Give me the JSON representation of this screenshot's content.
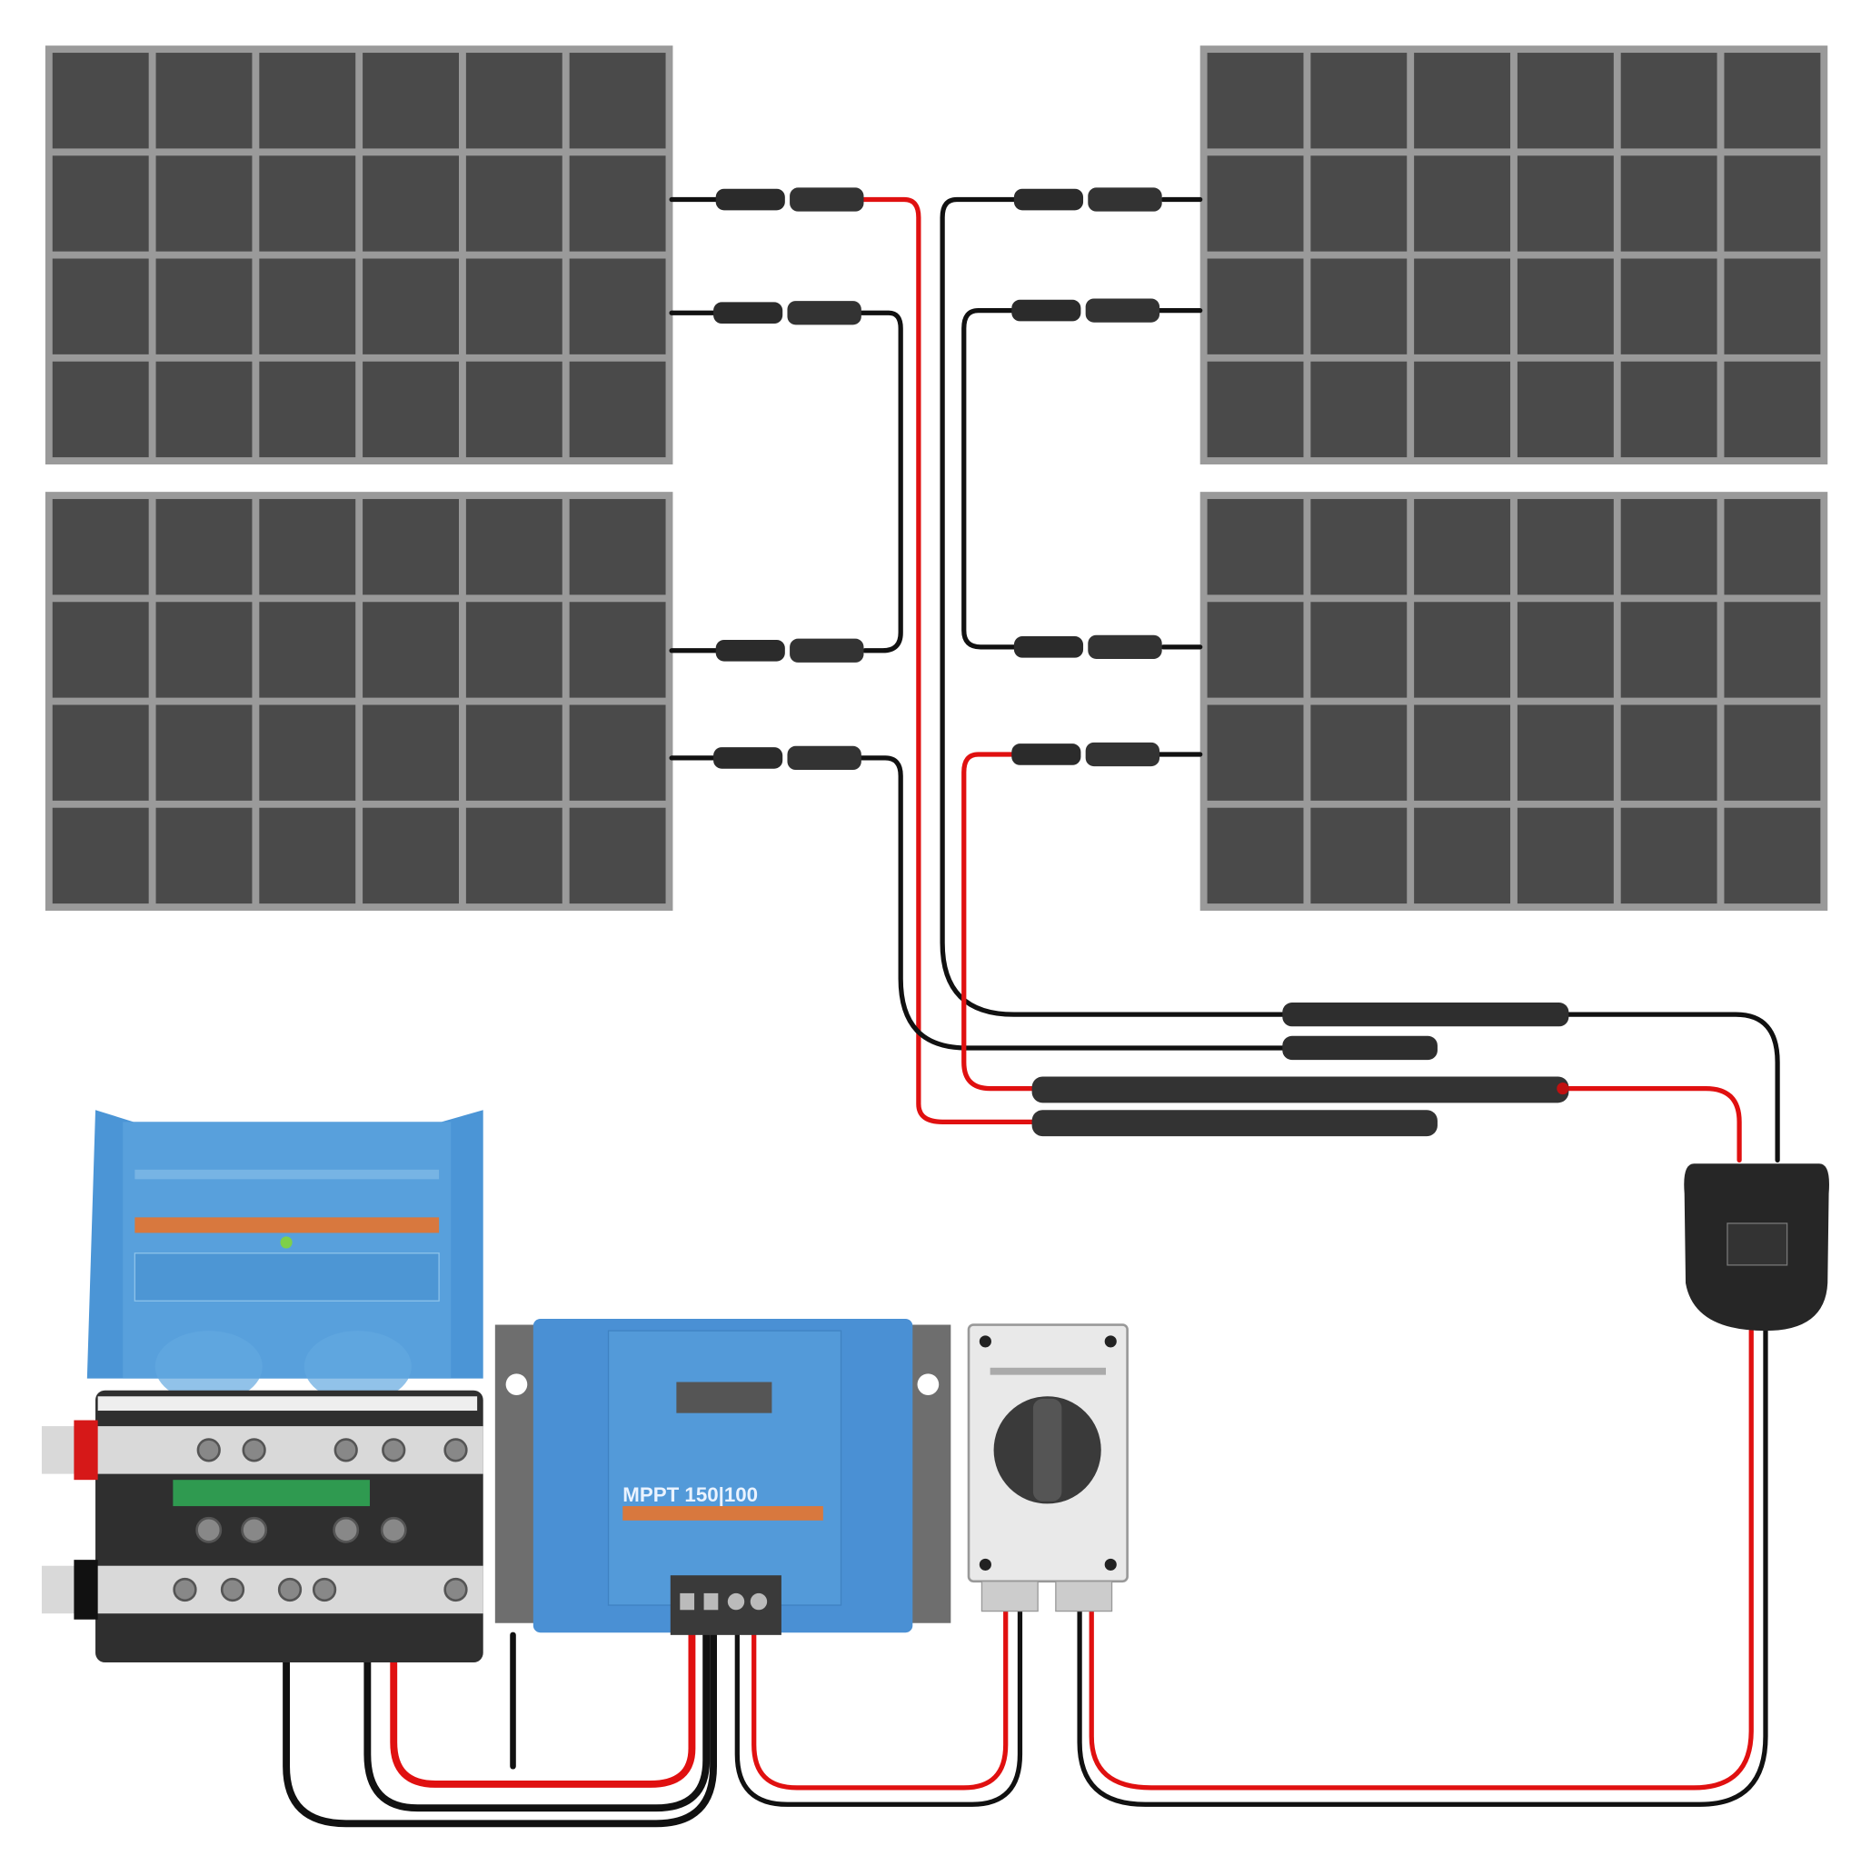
{
  "diagram": {
    "panels": [
      {
        "id": "panel-top-left"
      },
      {
        "id": "panel-bottom-left"
      },
      {
        "id": "panel-top-right"
      },
      {
        "id": "panel-bottom-right"
      }
    ],
    "panel_grid": {
      "cols": 6,
      "rows": 4
    },
    "charge_controller": {
      "model_label": "MPPT 150|100"
    },
    "colors": {
      "panel_cell": "#4a4a4a",
      "panel_frame": "#9a9a9a",
      "wire_positive": "#e01010",
      "wire_negative": "#111111",
      "device_blue": "#4a90d4",
      "accent_orange": "#d8783e"
    }
  }
}
